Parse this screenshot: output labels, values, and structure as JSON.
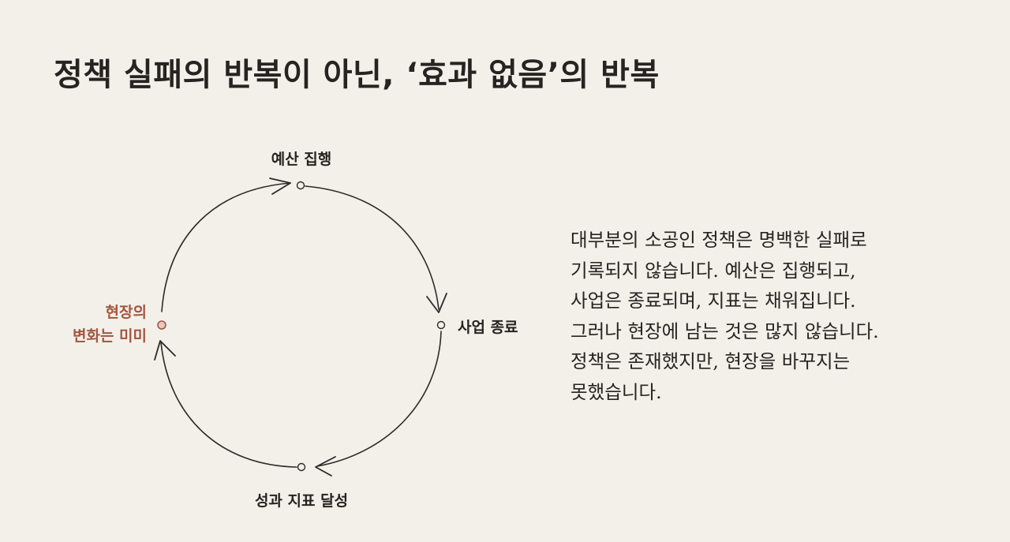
{
  "title": "정책 실패의 반복이 아닌, ‘효과 없음’의 반복",
  "cycle": {
    "top_label": "예산 집행",
    "right_label": "사업 종료",
    "bottom_label": "성과 지표 달성",
    "left_label_lines": [
      "현장의",
      "변화는 미미"
    ],
    "accent_color": "#a4553e",
    "line_color": "#2b2a28"
  },
  "description": {
    "lines": [
      "대부분의 소공인 정책은 명백한 실패로",
      "기록되지 않습니다. 예산은 집행되고,",
      "사업은 종료되며, 지표는 채워집니다.",
      "그러나 현장에 남는 것은 많지 않습니다.",
      "정책은 존재했지만, 현장을 바꾸지는",
      "못했습니다."
    ]
  }
}
